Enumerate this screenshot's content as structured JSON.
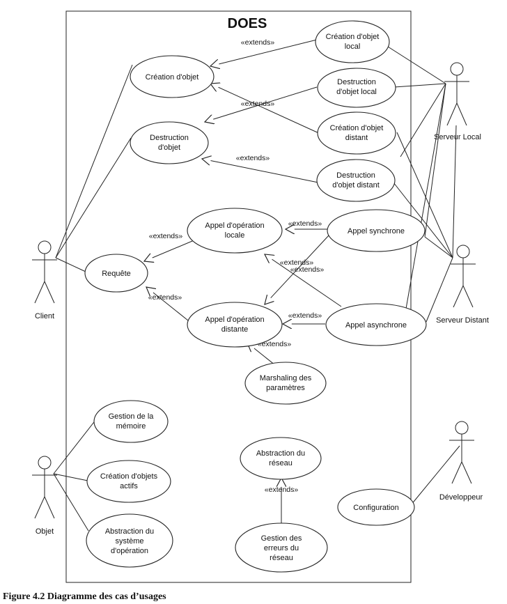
{
  "diagram": {
    "title": "DOES",
    "caption": "Figure 4.2  Diagramme des cas d’usages",
    "actors": {
      "client": "Client",
      "objet": "Objet",
      "serveur_local": "Serveur Local",
      "serveur_distant": "Serveur Distant",
      "developpeur": "Développeur"
    },
    "use_cases": {
      "creation_objet": [
        "Création d'objet"
      ],
      "destruction_objet": [
        "Destruction",
        "d'objet"
      ],
      "creation_objet_local": [
        "Création d'objet",
        "local"
      ],
      "destruction_objet_local": [
        "Destruction",
        "d'objet local"
      ],
      "creation_objet_distant": [
        "Création d'objet",
        "distant"
      ],
      "destruction_objet_distant": [
        "Destruction",
        "d'objet distant"
      ],
      "requete": [
        "Requête"
      ],
      "appel_operation_locale": [
        "Appel d'opération",
        "locale"
      ],
      "appel_operation_distante": [
        "Appel d'opération",
        "distante"
      ],
      "appel_synchrone": [
        "Appel synchrone"
      ],
      "appel_asynchrone": [
        "Appel asynchrone"
      ],
      "marshaling": [
        "Marshaling des",
        "paramètres"
      ],
      "gestion_memoire": [
        "Gestion de la",
        "mémoire"
      ],
      "creation_objets_actifs": [
        "Création d'objets",
        "actifs"
      ],
      "abstraction_systeme": [
        "Abstraction du",
        "système",
        "d'opération"
      ],
      "abstraction_reseau": [
        "Abstraction du",
        "réseau"
      ],
      "gestion_erreurs": [
        "Gestion des",
        "erreurs du",
        "réseau"
      ],
      "configuration": [
        "Configuration"
      ]
    },
    "extends_label": "«extends»"
  }
}
